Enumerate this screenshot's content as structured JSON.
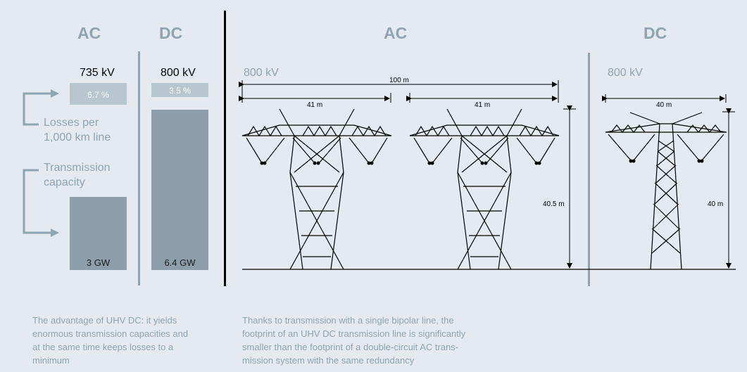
{
  "left_panel": {
    "ac_heading": "AC",
    "dc_heading": "DC",
    "ac_voltage": "735 kV",
    "dc_voltage": "800 kV",
    "ac_loss": "6.7 %",
    "dc_loss": "3.5 %",
    "losses_label": [
      "Losses per",
      "1,000 km line"
    ],
    "capacity_label": [
      "Transmission",
      "capacity"
    ],
    "ac_capacity": "3 GW",
    "dc_capacity": "6.4 GW",
    "caption": [
      "The advantage of UHV DC: it yields",
      "enormous transmission capacities and",
      "at the same time keeps losses to a",
      "minimum"
    ]
  },
  "right_panel": {
    "ac_heading": "AC",
    "dc_heading": "DC",
    "ac_voltage": "800 kV",
    "dc_voltage": "800 kV",
    "ac_total_width": "100 m",
    "ac_tower_width": "41 m",
    "ac_height": "40.5 m",
    "dc_tower_width": "40 m",
    "dc_height": "40 m",
    "caption": [
      "Thanks to transmission with a single bipolar line, the",
      "footprint of an UHV DC transmission line is significantly",
      "smaller than the footprint of a double-circuit AC trans-",
      "mission system with the same redundancy"
    ]
  },
  "colors": {
    "heading": "#8fa4b1",
    "bar_loss": "#b7c6cf",
    "bar_capacity": "#8c9fab",
    "background": "#e4eaef",
    "divider": "#000000"
  },
  "chart_data": {
    "type": "bar",
    "categories": [
      "AC",
      "DC"
    ],
    "series": [
      {
        "values": [
          3,
          6.4
        ]
      },
      {
        "values": [
          6.7,
          3.5
        ]
      }
    ]
  }
}
